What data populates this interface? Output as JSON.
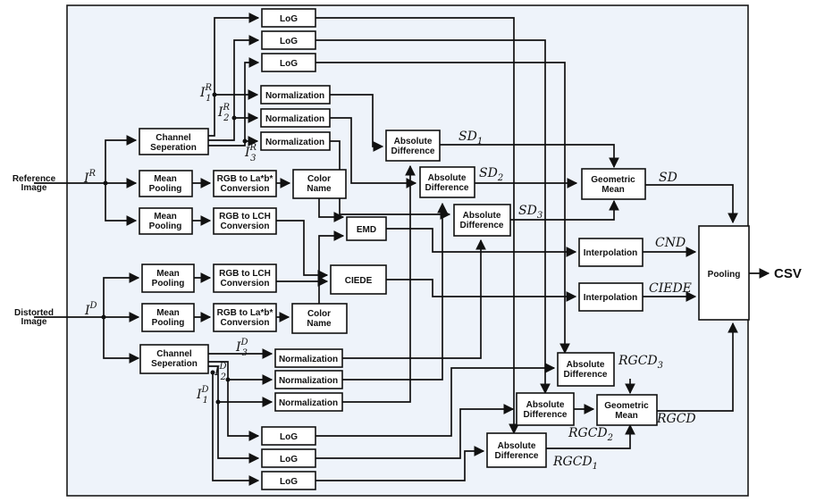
{
  "inputs": {
    "reference": [
      "Reference",
      "Image"
    ],
    "distorted": [
      "Distorted",
      "Image"
    ]
  },
  "output": "CSV",
  "labels": {
    "IR": "I",
    "IR_sup": "R",
    "ID": "I",
    "ID_sup": "D",
    "IR1": "I",
    "IR1_sup": "R",
    "IR1_sub": "1",
    "IR2": "I",
    "IR2_sup": "R",
    "IR2_sub": "2",
    "IR3": "I",
    "IR3_sup": "R",
    "IR3_sub": "3",
    "ID1": "I",
    "ID1_sup": "D",
    "ID1_sub": "1",
    "ID2": "I",
    "ID2_sup": "D",
    "ID2_sub": "2",
    "ID3": "I",
    "ID3_sup": "D",
    "ID3_sub": "3",
    "SD1": "SD",
    "SD1_sub": "1",
    "SD2": "SD",
    "SD2_sub": "2",
    "SD3": "SD",
    "SD3_sub": "3",
    "SD": "SD",
    "CND": "CND",
    "CIEDE": "CIEDE",
    "RGCD": "RGCD",
    "RGCD1": "RGCD",
    "RGCD1_sub": "1",
    "RGCD2": "RGCD",
    "RGCD2_sub": "2",
    "RGCD3": "RGCD",
    "RGCD3_sub": "3"
  },
  "boxes": {
    "log_r1": [
      "LoG"
    ],
    "log_r2": [
      "LoG"
    ],
    "log_r3": [
      "LoG"
    ],
    "norm_r1": [
      "Normalization"
    ],
    "norm_r2": [
      "Normalization"
    ],
    "norm_r3": [
      "Normalization"
    ],
    "chan_sep_r": [
      "Channel",
      "Seperation"
    ],
    "mean_pool_r1": [
      "Mean",
      "Pooling"
    ],
    "mean_pool_r2": [
      "Mean",
      "Pooling"
    ],
    "rgb_lab_r": [
      "RGB to La*b*",
      "Conversion"
    ],
    "rgb_lch_r": [
      "RGB to LCH",
      "Conversion"
    ],
    "color_name_r": [
      "Color",
      "Name"
    ],
    "abs_diff_1": [
      "Absolute",
      "Difference"
    ],
    "abs_diff_2": [
      "Absolute",
      "Difference"
    ],
    "abs_diff_3": [
      "Absolute",
      "Difference"
    ],
    "geo_mean_top": [
      "Geometric",
      "Mean"
    ],
    "emd": [
      "EMD"
    ],
    "ciede": [
      "CIEDE"
    ],
    "interp_1": [
      "Interpolation"
    ],
    "interp_2": [
      "Interpolation"
    ],
    "pooling": [
      "Pooling"
    ],
    "mean_pool_d1": [
      "Mean",
      "Pooling"
    ],
    "mean_pool_d2": [
      "Mean",
      "Pooling"
    ],
    "rgb_lch_d": [
      "RGB to LCH",
      "Conversion"
    ],
    "rgb_lab_d": [
      "RGB to La*b*",
      "Conversion"
    ],
    "color_name_d": [
      "Color",
      "Name"
    ],
    "chan_sep_d": [
      "Channel",
      "Seperation"
    ],
    "norm_d3": [
      "Normalization"
    ],
    "norm_d2": [
      "Normalization"
    ],
    "norm_d1": [
      "Normalization"
    ],
    "log_d1": [
      "LoG"
    ],
    "log_d2": [
      "LoG"
    ],
    "log_d3": [
      "LoG"
    ],
    "abs_diff_4": [
      "Absolute",
      "Difference"
    ],
    "abs_diff_5": [
      "Absolute",
      "Difference"
    ],
    "abs_diff_6": [
      "Absolute",
      "Difference"
    ],
    "geo_mean_bottom": [
      "Geometric",
      "Mean"
    ]
  }
}
